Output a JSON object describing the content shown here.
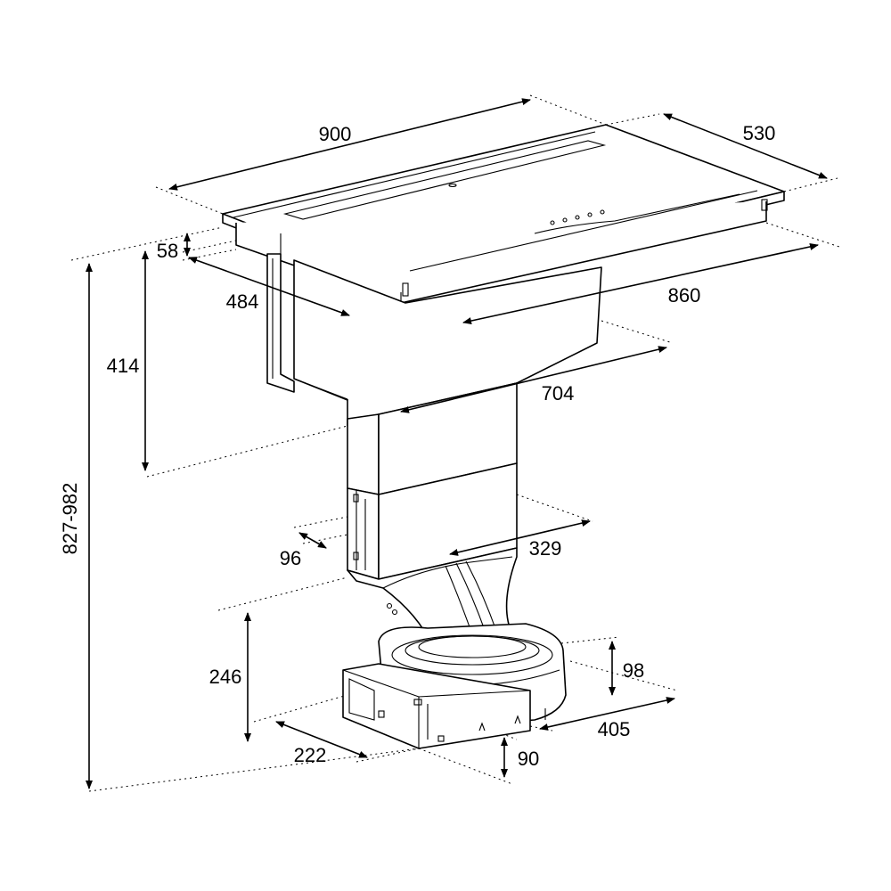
{
  "diagram": {
    "dimensions": {
      "width_top": "900",
      "depth_top": "530",
      "depth_box": "484",
      "width_body": "860",
      "height_top_box": "58",
      "height_upper": "414",
      "width_mid": "704",
      "height_total": "827-982",
      "offset_96": "96",
      "width_329": "329",
      "height_246": "246",
      "height_98": "98",
      "width_405": "405",
      "width_222": "222",
      "height_90": "90"
    }
  }
}
